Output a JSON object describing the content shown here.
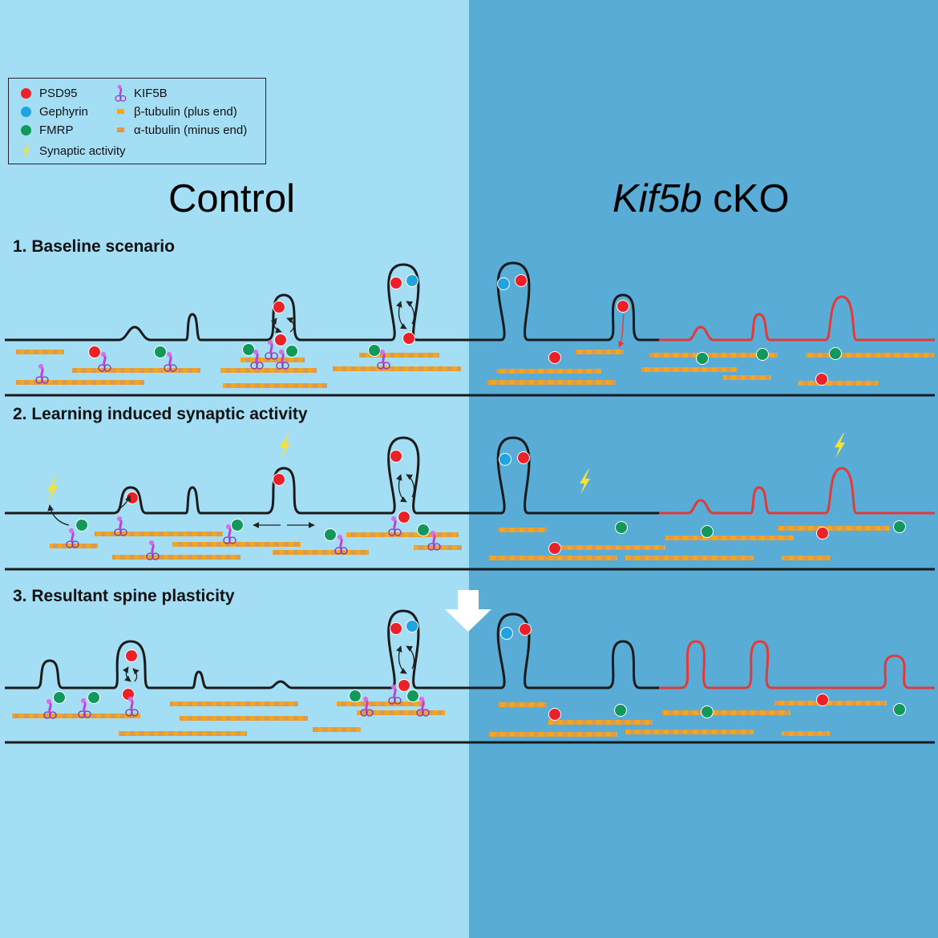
{
  "colors": {
    "bg_control": "#a3def5",
    "bg_cko": "#58acd5",
    "membrane": "#1a1a1a",
    "membrane_cko": "#e23a3a",
    "psd95": "#ea2128",
    "gephyrin": "#1fa4e0",
    "fmrp": "#12985a",
    "kif5b": "#c23fd6",
    "beta_tubulin": "#f5a61e",
    "alpha_tubulin": "#d89b52",
    "activity": "#f5e13a"
  },
  "legend": {
    "items": [
      {
        "label": "PSD95",
        "icon": "red-dot-icon"
      },
      {
        "label": "Gephyrin",
        "icon": "blue-dot-icon"
      },
      {
        "label": "FMRP",
        "icon": "green-dot-icon"
      },
      {
        "label": "Synaptic activity",
        "icon": "lightning-bolt-icon"
      },
      {
        "label": "KIF5B",
        "icon": "kinesin-motor-icon"
      },
      {
        "label": "β-tubulin (plus end)",
        "icon": "beta-tubulin-icon"
      },
      {
        "label": "α-tubulin (minus end)",
        "icon": "alpha-tubulin-icon"
      }
    ]
  },
  "columns": {
    "control": "Control",
    "cko_gene": "Kif5b",
    "cko_suffix": " cKO"
  },
  "panels": [
    {
      "title": "1. Baseline scenario"
    },
    {
      "title": "2. Learning induced synaptic activity"
    },
    {
      "title": "3. Resultant spine plasticity"
    }
  ]
}
